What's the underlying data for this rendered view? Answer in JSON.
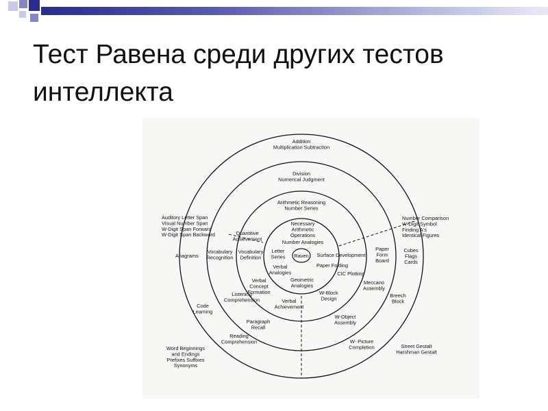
{
  "slide": {
    "title": "Тест Равена среди других тестов интеллекта"
  },
  "diagram": {
    "center_label": "Raven",
    "labels": [
      {
        "id": "addition",
        "lines": [
          "Addition",
          "Multiplication Subtraction"
        ]
      },
      {
        "id": "division",
        "lines": [
          "Division",
          "Numerical Judgment"
        ]
      },
      {
        "id": "arith-reasoning",
        "lines": [
          "Arithmetic Reasoning",
          "Number Series"
        ]
      },
      {
        "id": "necessary-arith",
        "lines": [
          "Necessary",
          "Arithmetic",
          "Operations"
        ]
      },
      {
        "id": "number-analogies",
        "lines": [
          "Number Analogies"
        ]
      },
      {
        "id": "auditory",
        "lines": [
          "Auditory Letter Span",
          "Visual Number Span",
          "W-Digit Span Forward",
          "W-Digit Span Backward"
        ]
      },
      {
        "id": "quantitative",
        "lines": [
          "Quantitive",
          "Achievement"
        ]
      },
      {
        "id": "number-comparison",
        "lines": [
          "Number Comparison",
          "W-Digit Symbol",
          "Finding A's",
          "Identical Figures"
        ]
      },
      {
        "id": "anagrams",
        "lines": [
          "Anagrams"
        ]
      },
      {
        "id": "vocab-recognition",
        "lines": [
          "Vocabulary",
          "Recognition"
        ]
      },
      {
        "id": "vocab-definition",
        "lines": [
          "Vocabulary",
          "Definition"
        ]
      },
      {
        "id": "letter-series",
        "lines": [
          "Letter",
          "Series"
        ]
      },
      {
        "id": "surface-dev",
        "lines": [
          "Surface Development"
        ]
      },
      {
        "id": "paper-form",
        "lines": [
          "Paper",
          "Form",
          "Board"
        ]
      },
      {
        "id": "cubes",
        "lines": [
          "Cubes",
          "Flags",
          "Cards"
        ]
      },
      {
        "id": "paper-folding",
        "lines": [
          "Paper Folding"
        ]
      },
      {
        "id": "verbal-analogies",
        "lines": [
          "Verbal",
          "Analogies"
        ]
      },
      {
        "id": "cic-plotting",
        "lines": [
          "CIC Plotting"
        ]
      },
      {
        "id": "verbal-concept",
        "lines": [
          "Verbal",
          "Concept",
          "Formation"
        ]
      },
      {
        "id": "geometric-analogies",
        "lines": [
          "Geometric",
          "Analogies"
        ]
      },
      {
        "id": "meccano",
        "lines": [
          "Meccano",
          "Assembly"
        ]
      },
      {
        "id": "listening",
        "lines": [
          "Listening",
          "Comprehension"
        ]
      },
      {
        "id": "w-block",
        "lines": [
          "W-Block",
          "Design"
        ]
      },
      {
        "id": "breech",
        "lines": [
          "Breech",
          "Block"
        ]
      },
      {
        "id": "verbal-achievement",
        "lines": [
          "Verbal",
          "Achievement"
        ]
      },
      {
        "id": "code-learning",
        "lines": [
          "Code",
          "Learning"
        ]
      },
      {
        "id": "paragraph-recall",
        "lines": [
          "Paragraph",
          "Recall"
        ]
      },
      {
        "id": "w-object",
        "lines": [
          "W-Object",
          "Assembly"
        ]
      },
      {
        "id": "reading",
        "lines": [
          "Reading",
          "Comprehension"
        ]
      },
      {
        "id": "w-picture",
        "lines": [
          "W- Picture",
          "Completion"
        ]
      },
      {
        "id": "street-gestalt",
        "lines": [
          "Street Gestalt",
          "Harshman Gestalt"
        ]
      },
      {
        "id": "word-beginnings",
        "lines": [
          "Word Beginnings",
          "and Endings",
          "Prefixes Suffixes",
          "Synonyms"
        ]
      }
    ]
  },
  "colors": {
    "title_band": "#2a2d8a",
    "square_dark": "#2a2d8a",
    "square_mid": "#8587c4",
    "square_light": "#c9cae6",
    "diagram_background": "#f7f7f5",
    "ink": "#111111"
  }
}
